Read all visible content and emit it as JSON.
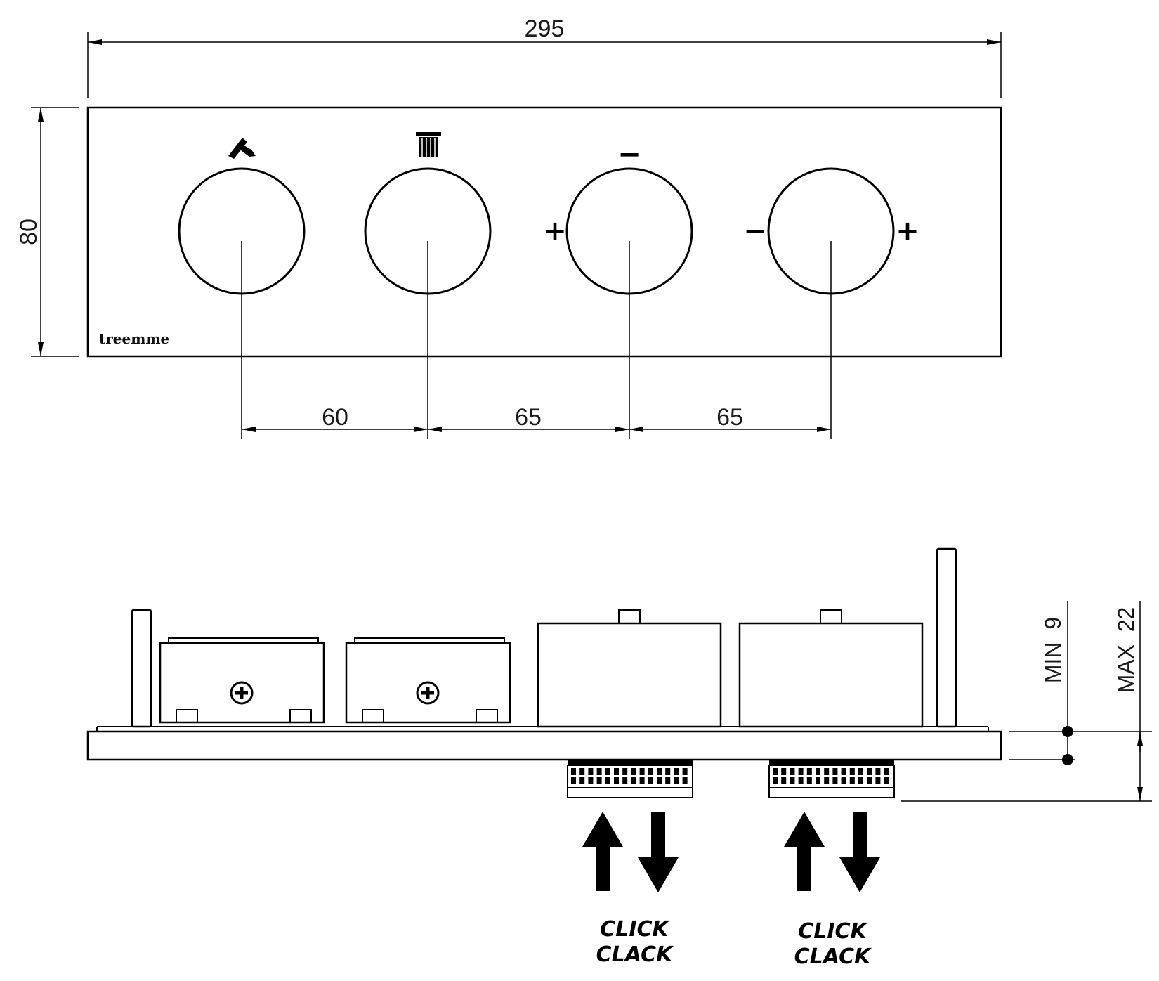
{
  "front_view": {
    "dimensions": {
      "overall_width": "295",
      "overall_height": "80",
      "spacing_1": "60",
      "spacing_2": "65",
      "spacing_3": "65"
    },
    "brand": "treemme",
    "knobs": [
      {
        "symbol": "hand-shower-icon"
      },
      {
        "symbol": "overhead-shower-icon"
      },
      {
        "symbol_top": "−",
        "symbol_left": "+"
      },
      {
        "symbol_left": "−",
        "symbol_right": "+"
      }
    ]
  },
  "side_view": {
    "min_label": "MIN  9",
    "max_label": "MAX  22",
    "click_labels": [
      {
        "line1": "CLICK",
        "line2": "CLACK"
      },
      {
        "line1": "CLICK",
        "line2": "CLACK"
      }
    ]
  }
}
